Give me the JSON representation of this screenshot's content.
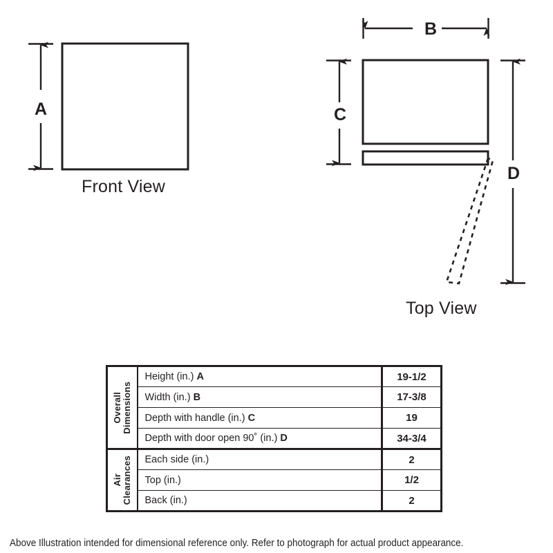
{
  "views": {
    "front": {
      "label": "Front View",
      "dimension_letter": "A"
    },
    "top": {
      "label": "Top View",
      "dimension_letters": {
        "width": "B",
        "depth": "C",
        "depth_door_open": "D"
      }
    }
  },
  "spec_table": {
    "groups": [
      {
        "name_lines": [
          "Overall",
          "Dimensions"
        ],
        "rows": [
          {
            "label": "Height (in.) ",
            "letter": "A",
            "value": "19-1/2"
          },
          {
            "label": "Width (in.) ",
            "letter": "B",
            "value": "17-3/8"
          },
          {
            "label": "Depth with handle (in.) ",
            "letter": "C",
            "value": "19"
          },
          {
            "label": "Depth with door open 90˚ (in.) ",
            "letter": "D",
            "value": "34-3/4"
          }
        ]
      },
      {
        "name_lines": [
          "Air",
          "Clearances"
        ],
        "rows": [
          {
            "label": "Each side (in.)",
            "letter": "",
            "value": "2"
          },
          {
            "label": "Top (in.)",
            "letter": "",
            "value": "1/2"
          },
          {
            "label": "Back (in.)",
            "letter": "",
            "value": "2"
          }
        ]
      }
    ]
  },
  "footnote": {
    "text": "Above Illustration intended for dimensional reference only. Refer to photograph for actual product appearance."
  },
  "colors": {
    "line": "#231f20",
    "background": "#ffffff"
  }
}
